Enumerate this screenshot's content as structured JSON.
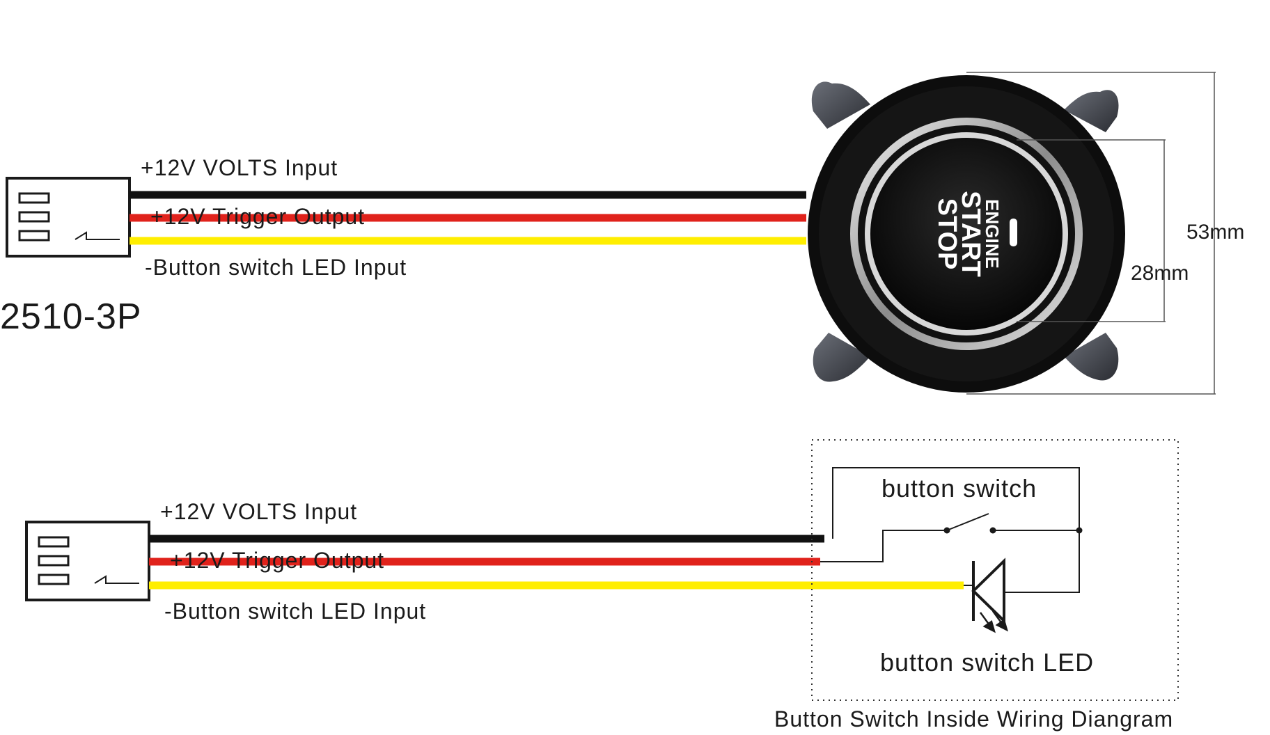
{
  "top": {
    "wire_labels": {
      "volts_input": "+12V VOLTS Input",
      "trigger_output": "+12V Trigger Output",
      "led_input": "-Button switch LED Input"
    },
    "connector_label": "2510-3P",
    "pin_marker": "1",
    "button_text": [
      "ENGINE",
      "START",
      "STOP"
    ],
    "dimensions": {
      "outer": "53mm",
      "inner": "28mm"
    }
  },
  "bottom": {
    "wire_labels": {
      "volts_input": "+12V VOLTS Input",
      "trigger_output": "+12V Trigger Output",
      "led_input": "-Button switch LED Input"
    },
    "pin_marker": "1",
    "switch_label": "button switch",
    "led_label": "button switch LED",
    "caption": "Button Switch Inside Wiring Diangram"
  },
  "colors": {
    "wire_black": "#111111",
    "wire_red": "#e0221b",
    "wire_yellow": "#ffee00"
  }
}
